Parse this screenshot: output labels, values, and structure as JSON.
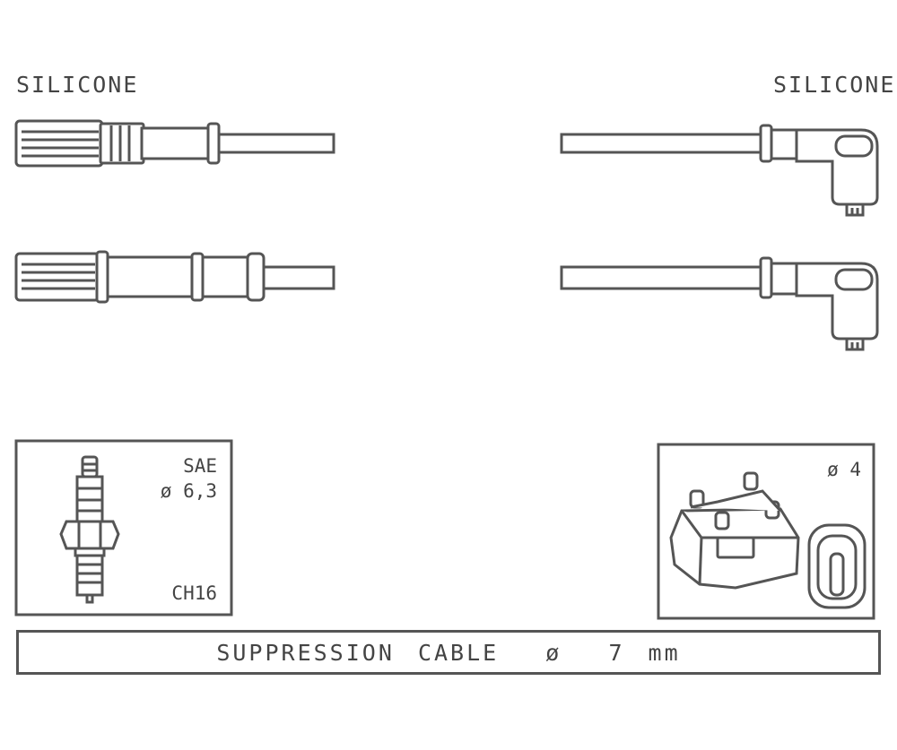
{
  "labels": {
    "left_material": "SILICONE",
    "right_material": "SILICONE"
  },
  "spark_plug_box": {
    "standard": "SAE",
    "diameter": "ø 6,3",
    "code": "CH16"
  },
  "coil_box": {
    "diameter": "ø 4"
  },
  "cable_box": {
    "text": "SUPPRESSION CABLE  ø  7 mm"
  },
  "icons": [
    "spark-plug-icon",
    "ignition-coil-icon",
    "coil-terminal-icon",
    "straight-boot-icon",
    "angled-boot-icon"
  ]
}
